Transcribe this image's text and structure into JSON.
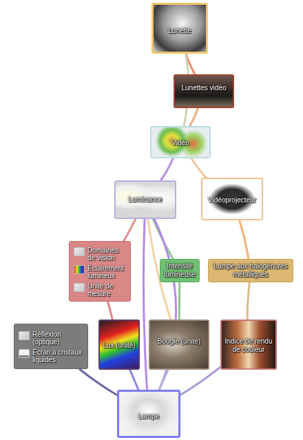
{
  "diagram": {
    "nodes": [
      {
        "text": [
          "Lunette"
        ]
      },
      {
        "text": [
          "Lunettes vidéo"
        ]
      },
      {
        "text": [
          "Vidéo"
        ]
      },
      {
        "text": [
          "Luminance"
        ]
      },
      {
        "text": [
          "Vidéoprojecteur"
        ]
      },
      {
        "text": [
          "Domaines de vision",
          "Éclairement lumineux",
          "Unité de mesure"
        ]
      },
      {
        "text": [
          "Intensité lumineuse"
        ]
      },
      {
        "text": [
          "Lampe aux halogénures métalliques"
        ]
      },
      {
        "text": [
          "Réflexion (optique)",
          "Écran à cristaux liquides"
        ]
      },
      {
        "text": [
          "Lux (unité)"
        ]
      },
      {
        "text": [
          "Bougie (unité)"
        ]
      },
      {
        "text": [
          "Indice de rendu de couleur"
        ]
      },
      {
        "text": [
          "Lampe"
        ]
      }
    ],
    "edges": [
      {
        "from": 0,
        "to": 1,
        "arrow": "none"
      },
      {
        "from": 1,
        "to": 2,
        "arrow": "none"
      },
      {
        "from": 0,
        "to": 2,
        "arrow": "none"
      },
      {
        "from": 2,
        "to": 3,
        "arrow": "none"
      },
      {
        "from": 2,
        "to": 4,
        "arrow": "none"
      },
      {
        "from": 3,
        "to": 5,
        "arrow": "none"
      },
      {
        "from": 3,
        "to": 6,
        "arrow": "none"
      },
      {
        "from": 3,
        "to": 10,
        "arrow": "none"
      },
      {
        "from": 3,
        "to": 12,
        "arrow": "none"
      },
      {
        "from": 3,
        "to": 12,
        "arrow": "none"
      },
      {
        "from": 4,
        "to": 7,
        "arrow": "none"
      },
      {
        "from": 7,
        "to": 11,
        "arrow": "none"
      },
      {
        "from": 6,
        "to": 10,
        "arrow": "none"
      },
      {
        "from": 5,
        "to": 9,
        "arrow": "none"
      },
      {
        "from": 8,
        "to": 12,
        "arrow": "none"
      },
      {
        "from": 9,
        "to": 12,
        "arrow": "none"
      },
      {
        "from": 10,
        "to": 12,
        "arrow": "none"
      },
      {
        "from": 11,
        "to": 12,
        "arrow": "none"
      }
    ]
  }
}
